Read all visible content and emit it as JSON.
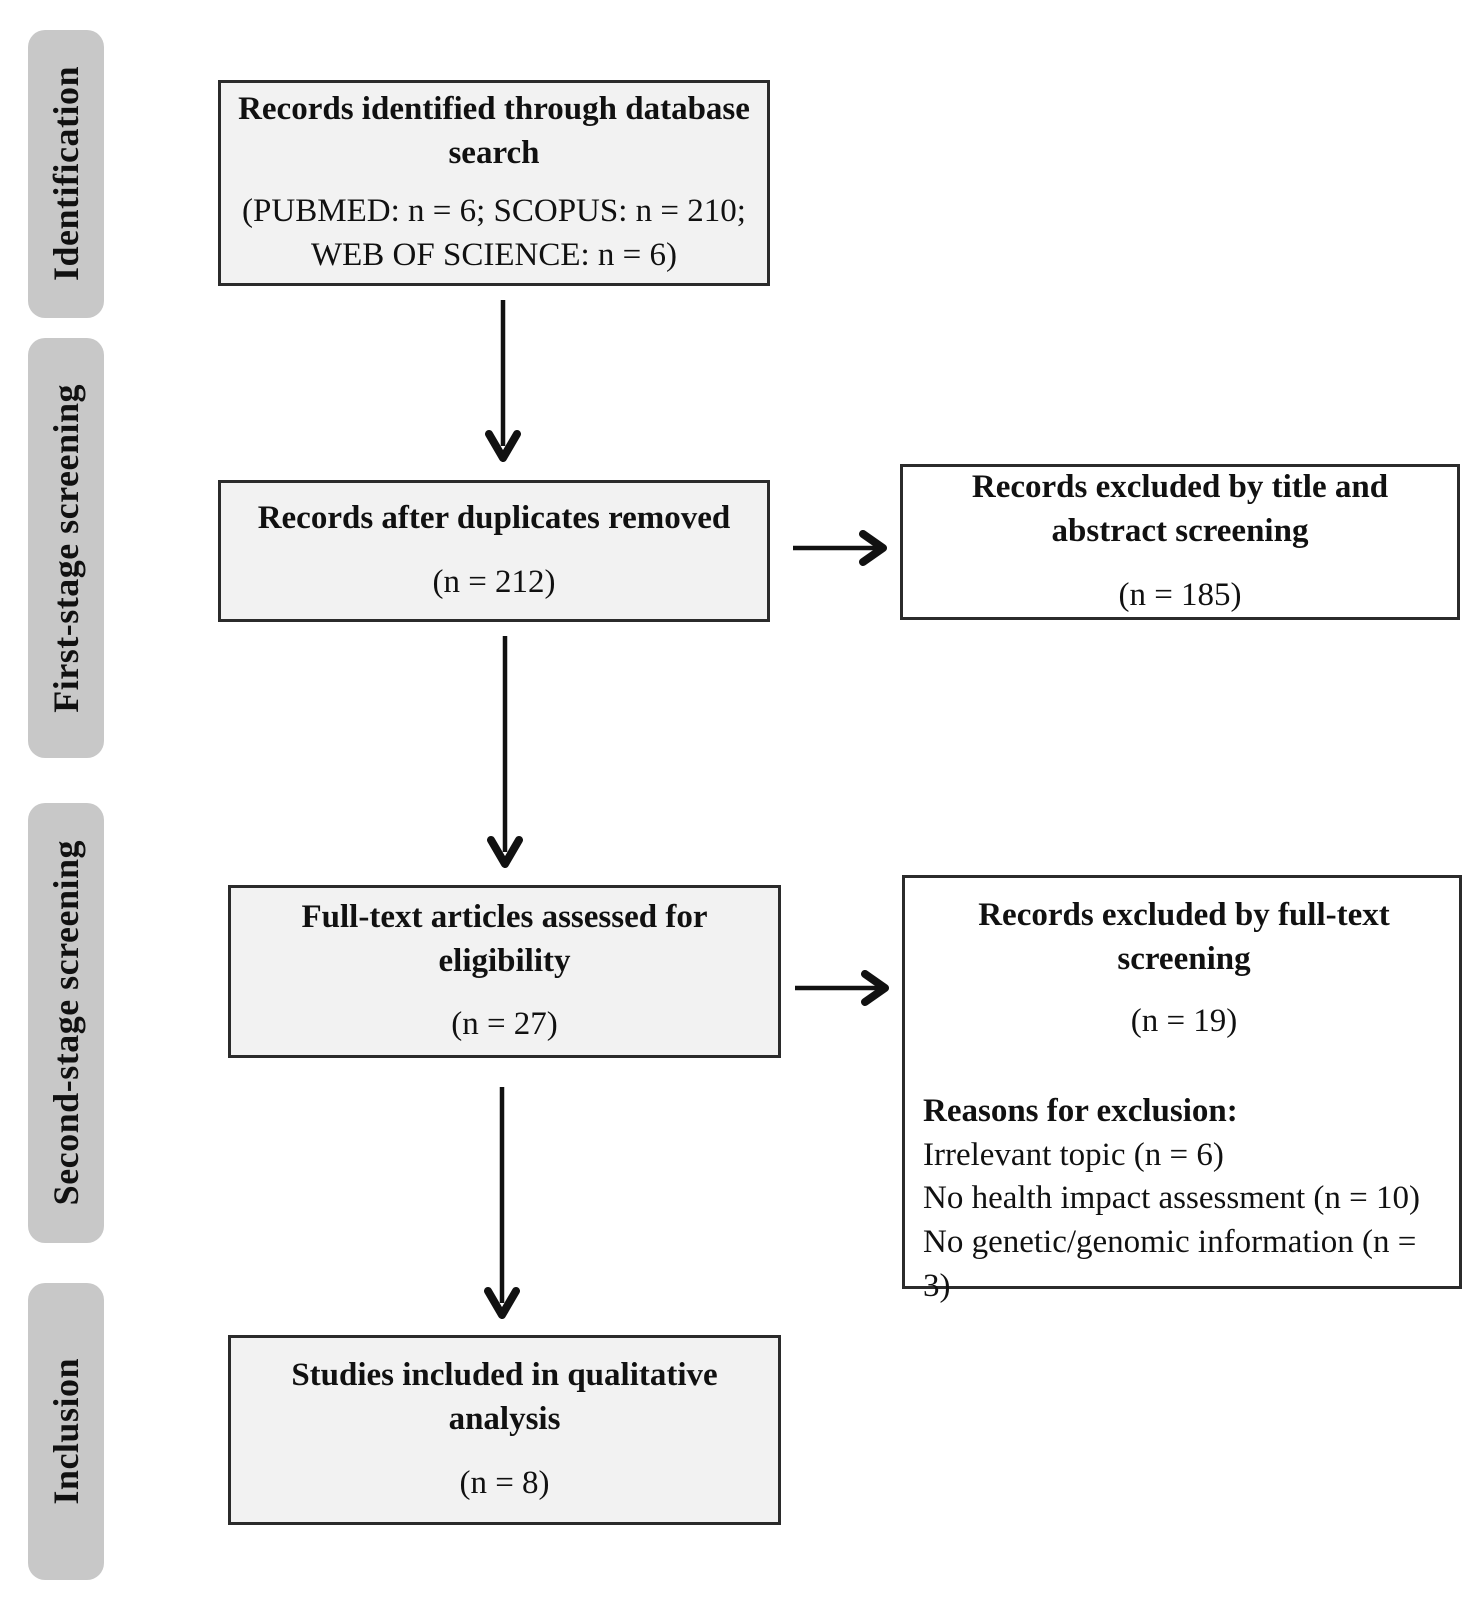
{
  "figure": {
    "type": "prisma-flow-diagram",
    "stages": [
      {
        "id": "identification",
        "label": "Identification"
      },
      {
        "id": "first-stage-screening",
        "label": "First-stage screening"
      },
      {
        "id": "second-stage-screening",
        "label": "Second-stage screening"
      },
      {
        "id": "inclusion",
        "label": "Inclusion"
      }
    ],
    "boxes": {
      "identified": {
        "title": "Records identified through database search",
        "detail_lines": [
          "(PUBMED: n = 6; SCOPUS: n = 210;",
          "WEB OF SCIENCE: n = 6)"
        ]
      },
      "duplicates_removed": {
        "title": "Records after duplicates removed",
        "count": "(n = 212)"
      },
      "excluded_title_abstract": {
        "title": "Records excluded by title and abstract screening",
        "count": "(n = 185)"
      },
      "full_text_assessed": {
        "title": "Full-text articles assessed for eligibility",
        "count": "(n = 27)"
      },
      "excluded_full_text": {
        "title": "Records excluded by full-text screening",
        "count": "(n = 19)",
        "reasons_heading": "Reasons for exclusion:",
        "reasons": [
          "Irrelevant topic (n = 6)",
          "No health impact assessment (n = 10)",
          "No genetic/genomic information (n = 3)"
        ]
      },
      "included": {
        "title": "Studies included in qualitative analysis",
        "count": "(n = 8)"
      }
    },
    "colors": {
      "box-fill": "#f2f2f2",
      "side-box-fill": "#ffffff",
      "box-border": "#2b2b2b",
      "stage-fill": "#c8c8c8",
      "arrow": "#111111",
      "text": "#111111",
      "background": "#ffffff"
    }
  }
}
